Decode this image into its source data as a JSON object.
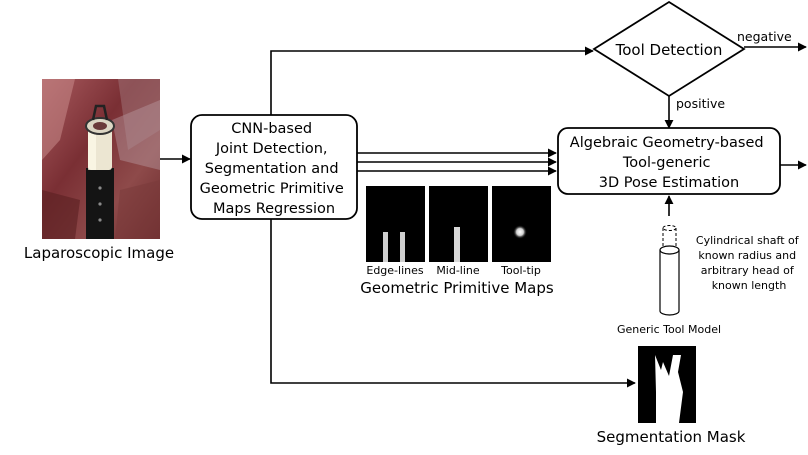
{
  "input": {
    "caption": "Laparoscopic Image"
  },
  "cnn_box": {
    "lines": [
      "CNN-based",
      "Joint Detection,",
      "Segmentation and",
      "Geometric Primitive",
      "Maps Regression"
    ]
  },
  "tool_detection": {
    "label": "Tool Detection",
    "negative_label": "negative",
    "positive_label": "positive"
  },
  "pose_box": {
    "lines": [
      "Algebraic Geometry-based",
      "Tool-generic",
      "3D Pose Estimation"
    ]
  },
  "primitive_maps": {
    "caption": "Geometric Primitive Maps",
    "items": [
      {
        "label": "Edge-lines"
      },
      {
        "label": "Mid-line"
      },
      {
        "label": "Tool-tip"
      }
    ]
  },
  "tool_model": {
    "caption": "Generic Tool Model",
    "note_lines": [
      "Cylindrical shaft of",
      "known radius and",
      "arbitrary head of",
      "known length"
    ]
  },
  "segmentation": {
    "caption": "Segmentation Mask"
  }
}
